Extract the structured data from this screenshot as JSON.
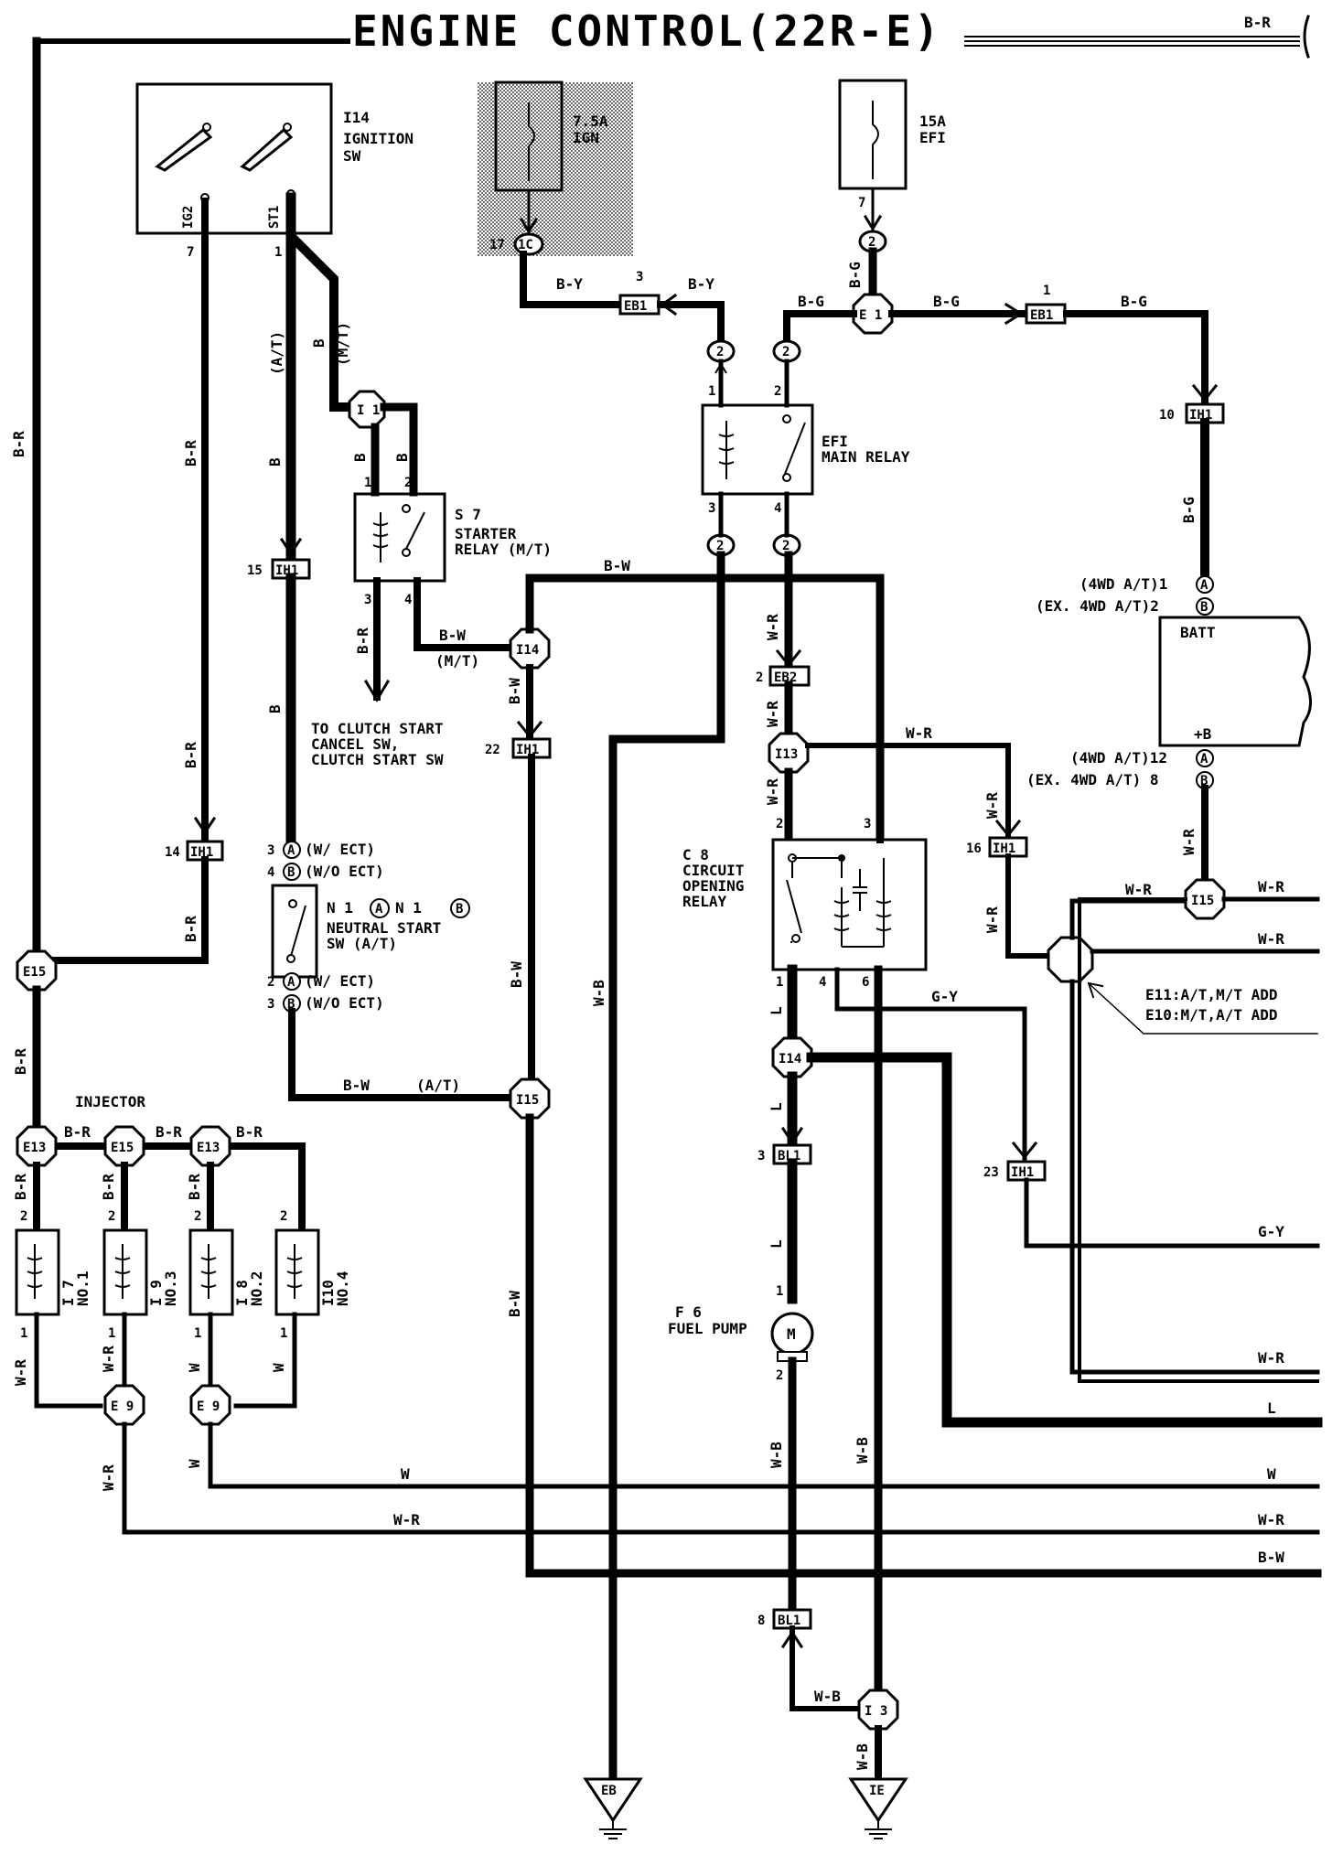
{
  "title": "ENGINE CONTROL(22R-E)",
  "top_wire": "B-R",
  "components": {
    "ignition_sw": {
      "id": "I14",
      "name1": "IGNITION",
      "name2": "SW",
      "t1": "IG2",
      "t2": "ST1",
      "p1": "7",
      "p2": "1"
    },
    "fuse_ign": {
      "rating": "7.5A",
      "name": "IGN",
      "conn": "1C",
      "pin": "17"
    },
    "fuse_efi": {
      "rating": "15A",
      "name": "EFI",
      "pin": "7",
      "conn": "2"
    },
    "efi_relay": {
      "name1": "EFI",
      "name2": "MAIN RELAY",
      "p1": "1",
      "p2": "2",
      "p3": "3",
      "p4": "4"
    },
    "starter_relay": {
      "id": "S 7",
      "name1": "STARTER",
      "name2": "RELAY (M/T)",
      "p1": "1",
      "p2": "2",
      "p3": "3",
      "p4": "4"
    },
    "batt": {
      "name": "BATT",
      "plus": "+B",
      "a1": "(4WD A/T)1",
      "b2": "(EX. 4WD A/T)2",
      "a12": "(4WD A/T)12",
      "b8": "(EX. 4WD A/T) 8"
    },
    "circuit_relay": {
      "id": "C 8",
      "name1": "CIRCUIT",
      "name2": "OPENING",
      "name3": "RELAY",
      "p1": "1",
      "p2": "2",
      "p3": "3",
      "p4": "4",
      "p6": "6"
    },
    "neutral_sw": {
      "id": "N 1",
      "ida": "N 1",
      "name1": "NEUTRAL START",
      "name2": "SW (A/T)",
      "w_ect": "(W/ ECT)",
      "wo_ect": "(W/O ECT)",
      "p3": "3",
      "p4": "4",
      "p2": "2",
      "p3b": "3"
    },
    "fuel_pump": {
      "id": "F 6",
      "name": "FUEL PUMP",
      "motor": "M",
      "p1": "1",
      "p2": "2"
    },
    "injector_title": "INJECTOR",
    "injectors": [
      {
        "id": "I 7",
        "no": "NO.1"
      },
      {
        "id": "I 9",
        "no": "NO.3"
      },
      {
        "id": "I 8",
        "no": "NO.2"
      },
      {
        "id": "I10",
        "no": "NO.4"
      }
    ],
    "e11_note": "E11:A/T,M/T ADD",
    "e10_note": "E10:M/T,A/T ADD",
    "clutch_note1": "TO CLUTCH START",
    "clutch_note2": "CANCEL SW,",
    "clutch_note3": "CLUTCH START SW"
  },
  "connectors": {
    "EB1a": "EB1",
    "EB1b": "EB1",
    "EB2": "EB2",
    "IH1": "IH1",
    "BL1": "BL1",
    "I1": "I 1",
    "E1": "E 1",
    "I14": "I14",
    "I13": "I13",
    "I15": "I15",
    "E15": "E15",
    "E13": "E13",
    "E9": "E 9",
    "I3": "I 3",
    "EB": "EB",
    "IE": "IE",
    "two": "2",
    "A": "A",
    "B": "B"
  },
  "pins": {
    "eb1a": "3",
    "eb1b": "1",
    "ih1_10": "10",
    "ih1_15": "15",
    "ih1_14": "14",
    "ih1_22": "22",
    "ih1_16": "16",
    "ih1_23": "23",
    "eb2": "2",
    "bl1_3": "3",
    "bl1_8": "8",
    "two": "2",
    "one": "1"
  },
  "wires": {
    "BR": "B-R",
    "BY": "B-Y",
    "BG": "B-G",
    "BW": "B-W",
    "B": "B",
    "WR": "W-R",
    "WB": "W-B",
    "L": "L",
    "GY": "G-Y",
    "W": "W",
    "AT": "(A/T)",
    "MT": "(M/T)"
  }
}
